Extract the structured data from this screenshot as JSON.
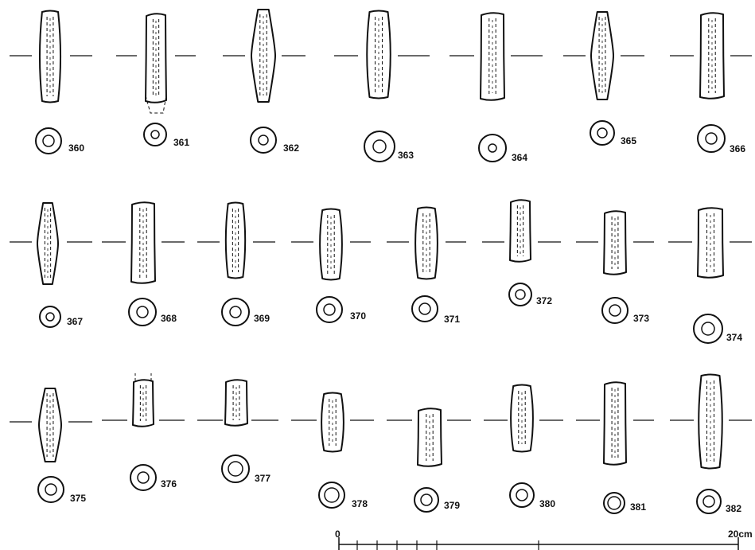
{
  "plate": {
    "background": "#ffffff",
    "ink": "#111111",
    "rows": [
      {
        "beads": [
          {
            "id": "360",
            "shape": "barrel",
            "section": "round"
          },
          {
            "id": "361",
            "shape": "cylinder",
            "section": "round",
            "broken": true
          },
          {
            "id": "362",
            "shape": "bicone",
            "section": "round"
          },
          {
            "id": "363",
            "shape": "barrel",
            "section": "round"
          },
          {
            "id": "364",
            "shape": "cylinder",
            "section": "round"
          },
          {
            "id": "365",
            "shape": "bicone",
            "section": "round"
          },
          {
            "id": "366",
            "shape": "cylinder",
            "section": "round"
          }
        ]
      },
      {
        "beads": [
          {
            "id": "367",
            "shape": "bicone",
            "section": "round"
          },
          {
            "id": "368",
            "shape": "cylinder",
            "section": "round"
          },
          {
            "id": "369",
            "shape": "barrel",
            "section": "round"
          },
          {
            "id": "370",
            "shape": "barrel",
            "section": "round"
          },
          {
            "id": "371",
            "shape": "barrel",
            "section": "round"
          },
          {
            "id": "372",
            "shape": "cylinder",
            "section": "round"
          },
          {
            "id": "373",
            "shape": "cylinder",
            "section": "round"
          },
          {
            "id": "374",
            "shape": "cylinder",
            "section": "round"
          }
        ]
      },
      {
        "beads": [
          {
            "id": "375",
            "shape": "bicone",
            "section": "round"
          },
          {
            "id": "376",
            "shape": "cylinder",
            "section": "round",
            "broken": true
          },
          {
            "id": "377",
            "shape": "cylinder",
            "section": "round"
          },
          {
            "id": "378",
            "shape": "barrel",
            "section": "round"
          },
          {
            "id": "379",
            "shape": "cylinder",
            "section": "round"
          },
          {
            "id": "380",
            "shape": "barrel",
            "section": "round"
          },
          {
            "id": "381",
            "shape": "cylinder",
            "section": "round"
          },
          {
            "id": "382",
            "shape": "barrel",
            "section": "round"
          }
        ]
      }
    ]
  },
  "scale_bar": {
    "start_label": "0",
    "end_label": "20cm"
  }
}
